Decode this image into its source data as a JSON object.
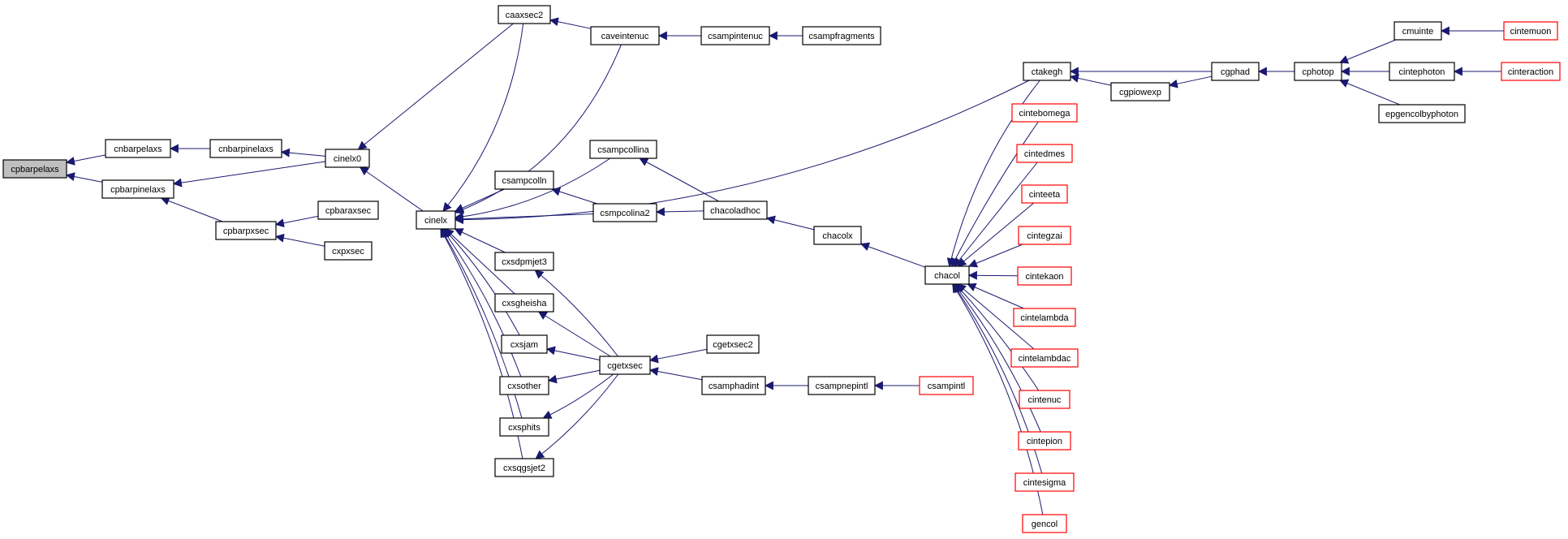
{
  "colors": {
    "edge": "#191970",
    "node_border": "#000000",
    "truncated_border": "#ff0000",
    "root_fill": "#bfbfbf",
    "node_fill": "#ffffff"
  },
  "nodes": [
    {
      "id": "cpbarpelaxs",
      "label": "cpbarpelaxs",
      "kind": "root"
    },
    {
      "id": "cnbarpelaxs",
      "label": "cnbarpelaxs",
      "kind": "normal"
    },
    {
      "id": "cpbarpinelaxs",
      "label": "cpbarpinelaxs",
      "kind": "normal"
    },
    {
      "id": "cnbarpinelaxs",
      "label": "cnbarpinelaxs",
      "kind": "normal"
    },
    {
      "id": "cpbarpxsec",
      "label": "cpbarpxsec",
      "kind": "normal"
    },
    {
      "id": "cinelx0",
      "label": "cinelx0",
      "kind": "normal"
    },
    {
      "id": "cpbaraxsec",
      "label": "cpbaraxsec",
      "kind": "normal"
    },
    {
      "id": "cxpxsec",
      "label": "cxpxsec",
      "kind": "normal"
    },
    {
      "id": "cinelx",
      "label": "cinelx",
      "kind": "normal"
    },
    {
      "id": "caaxsec2",
      "label": "caaxsec2",
      "kind": "normal"
    },
    {
      "id": "caveintenuc",
      "label": "caveintenuc",
      "kind": "normal"
    },
    {
      "id": "csampintenuc",
      "label": "csampintenuc",
      "kind": "normal"
    },
    {
      "id": "csampfragments",
      "label": "csampfragments",
      "kind": "normal"
    },
    {
      "id": "csampcollina",
      "label": "csampcollina",
      "kind": "normal"
    },
    {
      "id": "csampcolln",
      "label": "csampcolln",
      "kind": "normal"
    },
    {
      "id": "csmpcolina2",
      "label": "csmpcolina2",
      "kind": "normal"
    },
    {
      "id": "chacoladhoc",
      "label": "chacoladhoc",
      "kind": "normal"
    },
    {
      "id": "chacolx",
      "label": "chacolx",
      "kind": "normal"
    },
    {
      "id": "chacol",
      "label": "chacol",
      "kind": "normal"
    },
    {
      "id": "cxsdpmjet3",
      "label": "cxsdpmjet3",
      "kind": "normal"
    },
    {
      "id": "cxsgheisha",
      "label": "cxsgheisha",
      "kind": "normal"
    },
    {
      "id": "cxsjam",
      "label": "cxsjam",
      "kind": "normal"
    },
    {
      "id": "cxsother",
      "label": "cxsother",
      "kind": "normal"
    },
    {
      "id": "cxsphits",
      "label": "cxsphits",
      "kind": "normal"
    },
    {
      "id": "cxsqgsjet2",
      "label": "cxsqgsjet2",
      "kind": "normal"
    },
    {
      "id": "cgetxsec",
      "label": "cgetxsec",
      "kind": "normal"
    },
    {
      "id": "cgetxsec2",
      "label": "cgetxsec2",
      "kind": "normal"
    },
    {
      "id": "csamphadint",
      "label": "csamphadint",
      "kind": "normal"
    },
    {
      "id": "csampnepintl",
      "label": "csampnepintl",
      "kind": "normal"
    },
    {
      "id": "csampintl",
      "label": "csampintl",
      "kind": "truncated"
    },
    {
      "id": "ctakegh",
      "label": "ctakegh",
      "kind": "normal"
    },
    {
      "id": "cgpiowexp",
      "label": "cgpiowexp",
      "kind": "normal"
    },
    {
      "id": "cgphad",
      "label": "cgphad",
      "kind": "normal"
    },
    {
      "id": "cphotop",
      "label": "cphotop",
      "kind": "normal"
    },
    {
      "id": "cmuinte",
      "label": "cmuinte",
      "kind": "normal"
    },
    {
      "id": "cintemuon",
      "label": "cintemuon",
      "kind": "truncated"
    },
    {
      "id": "cintephoton",
      "label": "cintephoton",
      "kind": "normal"
    },
    {
      "id": "cinteraction",
      "label": "cinteraction",
      "kind": "truncated"
    },
    {
      "id": "epgencolbyphoton",
      "label": "epgencolbyphoton",
      "kind": "normal"
    },
    {
      "id": "cintebomega",
      "label": "cintebomega",
      "kind": "truncated"
    },
    {
      "id": "cintedmes",
      "label": "cintedmes",
      "kind": "truncated"
    },
    {
      "id": "cinteeta",
      "label": "cinteeta",
      "kind": "truncated"
    },
    {
      "id": "cintegzai",
      "label": "cintegzai",
      "kind": "truncated"
    },
    {
      "id": "cintekaon",
      "label": "cintekaon",
      "kind": "truncated"
    },
    {
      "id": "cintelambda",
      "label": "cintelambda",
      "kind": "truncated"
    },
    {
      "id": "cintelambdac",
      "label": "cintelambdac",
      "kind": "truncated"
    },
    {
      "id": "cintenuc",
      "label": "cintenuc",
      "kind": "truncated"
    },
    {
      "id": "cintepion",
      "label": "cintepion",
      "kind": "truncated"
    },
    {
      "id": "cintesigma",
      "label": "cintesigma",
      "kind": "truncated"
    },
    {
      "id": "gencol",
      "label": "gencol",
      "kind": "truncated"
    }
  ],
  "edges": [
    [
      "cnbarpelaxs",
      "cpbarpelaxs"
    ],
    [
      "cpbarpinelaxs",
      "cpbarpelaxs"
    ],
    [
      "cnbarpinelaxs",
      "cnbarpelaxs"
    ],
    [
      "cinelx0",
      "cnbarpinelaxs"
    ],
    [
      "cinelx0",
      "cpbarpinelaxs"
    ],
    [
      "cpbarpxsec",
      "cpbarpinelaxs"
    ],
    [
      "cpbaraxsec",
      "cpbarpxsec"
    ],
    [
      "cxpxsec",
      "cpbarpxsec"
    ],
    [
      "caaxsec2",
      "cinelx0"
    ],
    [
      "cinelx",
      "cinelx0"
    ],
    [
      "caaxsec2",
      "cinelx"
    ],
    [
      "caveintenuc",
      "cinelx"
    ],
    [
      "ctakegh",
      "cinelx"
    ],
    [
      "csampcollina",
      "cinelx"
    ],
    [
      "csampcolln",
      "cinelx"
    ],
    [
      "csmpcolina2",
      "cinelx"
    ],
    [
      "cxsdpmjet3",
      "cinelx"
    ],
    [
      "cxsgheisha",
      "cinelx"
    ],
    [
      "cxsjam",
      "cinelx"
    ],
    [
      "cxsother",
      "cinelx"
    ],
    [
      "cxsphits",
      "cinelx"
    ],
    [
      "cxsqgsjet2",
      "cinelx"
    ],
    [
      "caveintenuc",
      "caaxsec2"
    ],
    [
      "csampintenuc",
      "caveintenuc"
    ],
    [
      "csampfragments",
      "csampintenuc"
    ],
    [
      "csmpcolina2",
      "csampcolln"
    ],
    [
      "chacoladhoc",
      "csampcollina"
    ],
    [
      "chacoladhoc",
      "csmpcolina2"
    ],
    [
      "chacolx",
      "chacoladhoc"
    ],
    [
      "chacol",
      "chacolx"
    ],
    [
      "cgetxsec",
      "cxsdpmjet3"
    ],
    [
      "cgetxsec",
      "cxsgheisha"
    ],
    [
      "cgetxsec",
      "cxsjam"
    ],
    [
      "cgetxsec",
      "cxsother"
    ],
    [
      "cgetxsec",
      "cxsphits"
    ],
    [
      "cgetxsec",
      "cxsqgsjet2"
    ],
    [
      "cgetxsec2",
      "cgetxsec"
    ],
    [
      "csamphadint",
      "cgetxsec"
    ],
    [
      "csampnepintl",
      "csamphadint"
    ],
    [
      "csampintl",
      "csampnepintl"
    ],
    [
      "cgpiowexp",
      "ctakegh"
    ],
    [
      "cgphad",
      "ctakegh"
    ],
    [
      "cgphad",
      "cgpiowexp"
    ],
    [
      "cphotop",
      "cgphad"
    ],
    [
      "cmuinte",
      "cphotop"
    ],
    [
      "cintephoton",
      "cphotop"
    ],
    [
      "epgencolbyphoton",
      "cphotop"
    ],
    [
      "cintemuon",
      "cmuinte"
    ],
    [
      "cinteraction",
      "cintephoton"
    ],
    [
      "ctakegh",
      "chacol"
    ],
    [
      "cintebomega",
      "chacol"
    ],
    [
      "cintedmes",
      "chacol"
    ],
    [
      "cinteeta",
      "chacol"
    ],
    [
      "cintegzai",
      "chacol"
    ],
    [
      "cintekaon",
      "chacol"
    ],
    [
      "cintelambda",
      "chacol"
    ],
    [
      "cintelambdac",
      "chacol"
    ],
    [
      "cintenuc",
      "chacol"
    ],
    [
      "cintepion",
      "chacol"
    ],
    [
      "cintesigma",
      "chacol"
    ],
    [
      "gencol",
      "chacol"
    ]
  ]
}
